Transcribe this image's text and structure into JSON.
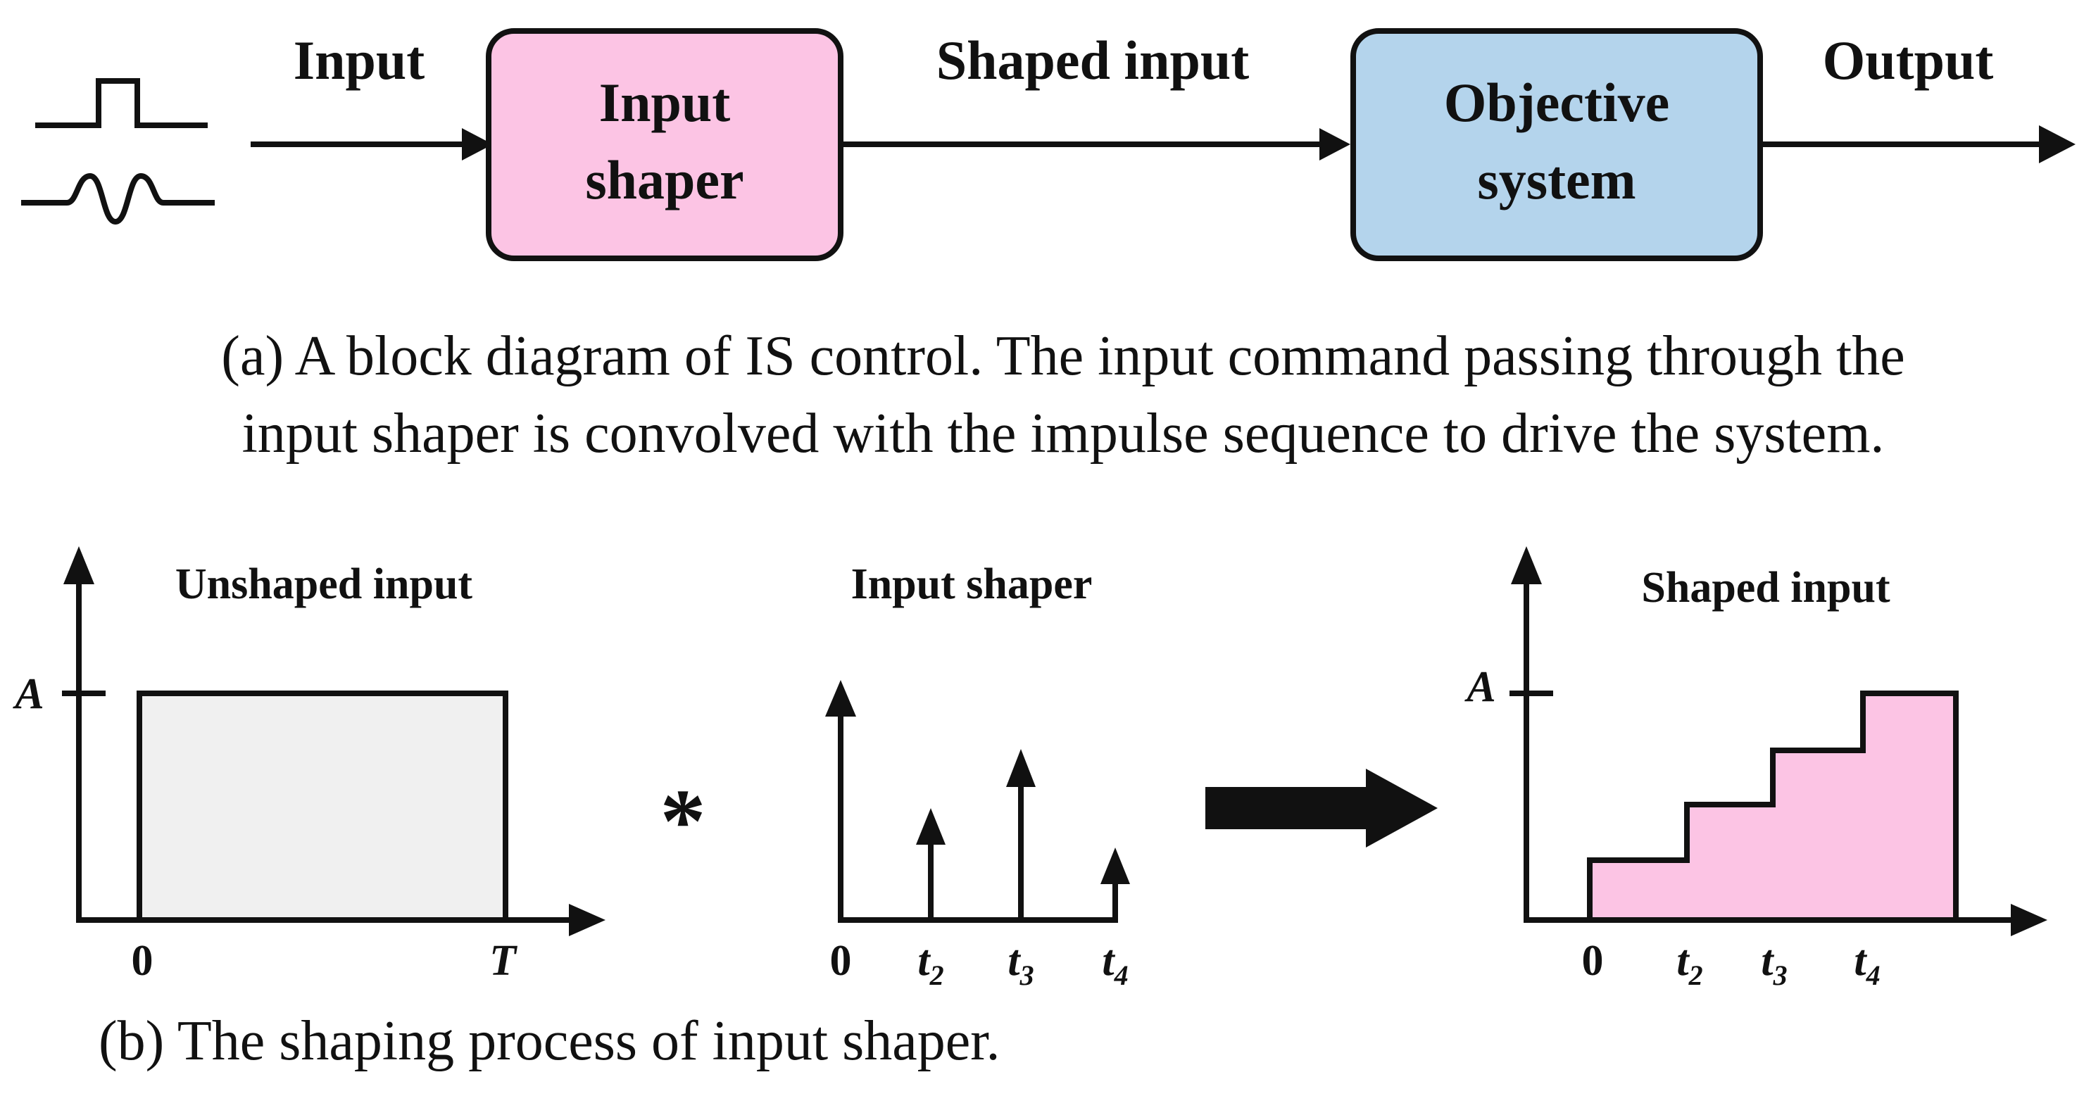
{
  "part_a": {
    "input_label": "Input",
    "shaper_block": {
      "line1": "Input",
      "line2": "shaper",
      "fill": "#fcc4e4"
    },
    "shaped_input_label": "Shaped input",
    "system_block": {
      "line1": "Objective",
      "line2": "system",
      "fill": "#b4d4ec"
    },
    "output_label": "Output",
    "caption_line1": "(a) A block diagram of IS control. The input command passing through the",
    "caption_line2": "input shaper is convolved with the impulse sequence to drive the system."
  },
  "part_b": {
    "unshaped": {
      "title": "Unshaped input",
      "y_tick": "A",
      "x_tick_0": "0",
      "x_tick_T": "T",
      "fill": "#f0f0f0"
    },
    "convolution_symbol": "*",
    "shaper": {
      "title": "Input shaper",
      "x_tick_0": "0",
      "ticks": [
        {
          "base": "t",
          "sub": "2"
        },
        {
          "base": "t",
          "sub": "3"
        },
        {
          "base": "t",
          "sub": "4"
        }
      ]
    },
    "shaped": {
      "title": "Shaped input",
      "y_tick": "A",
      "x_tick_0": "0",
      "ticks": [
        {
          "base": "t",
          "sub": "2"
        },
        {
          "base": "t",
          "sub": "3"
        },
        {
          "base": "t",
          "sub": "4"
        }
      ],
      "fill": "#fcc4e4"
    },
    "caption": "(b) The shaping process of input shaper."
  }
}
